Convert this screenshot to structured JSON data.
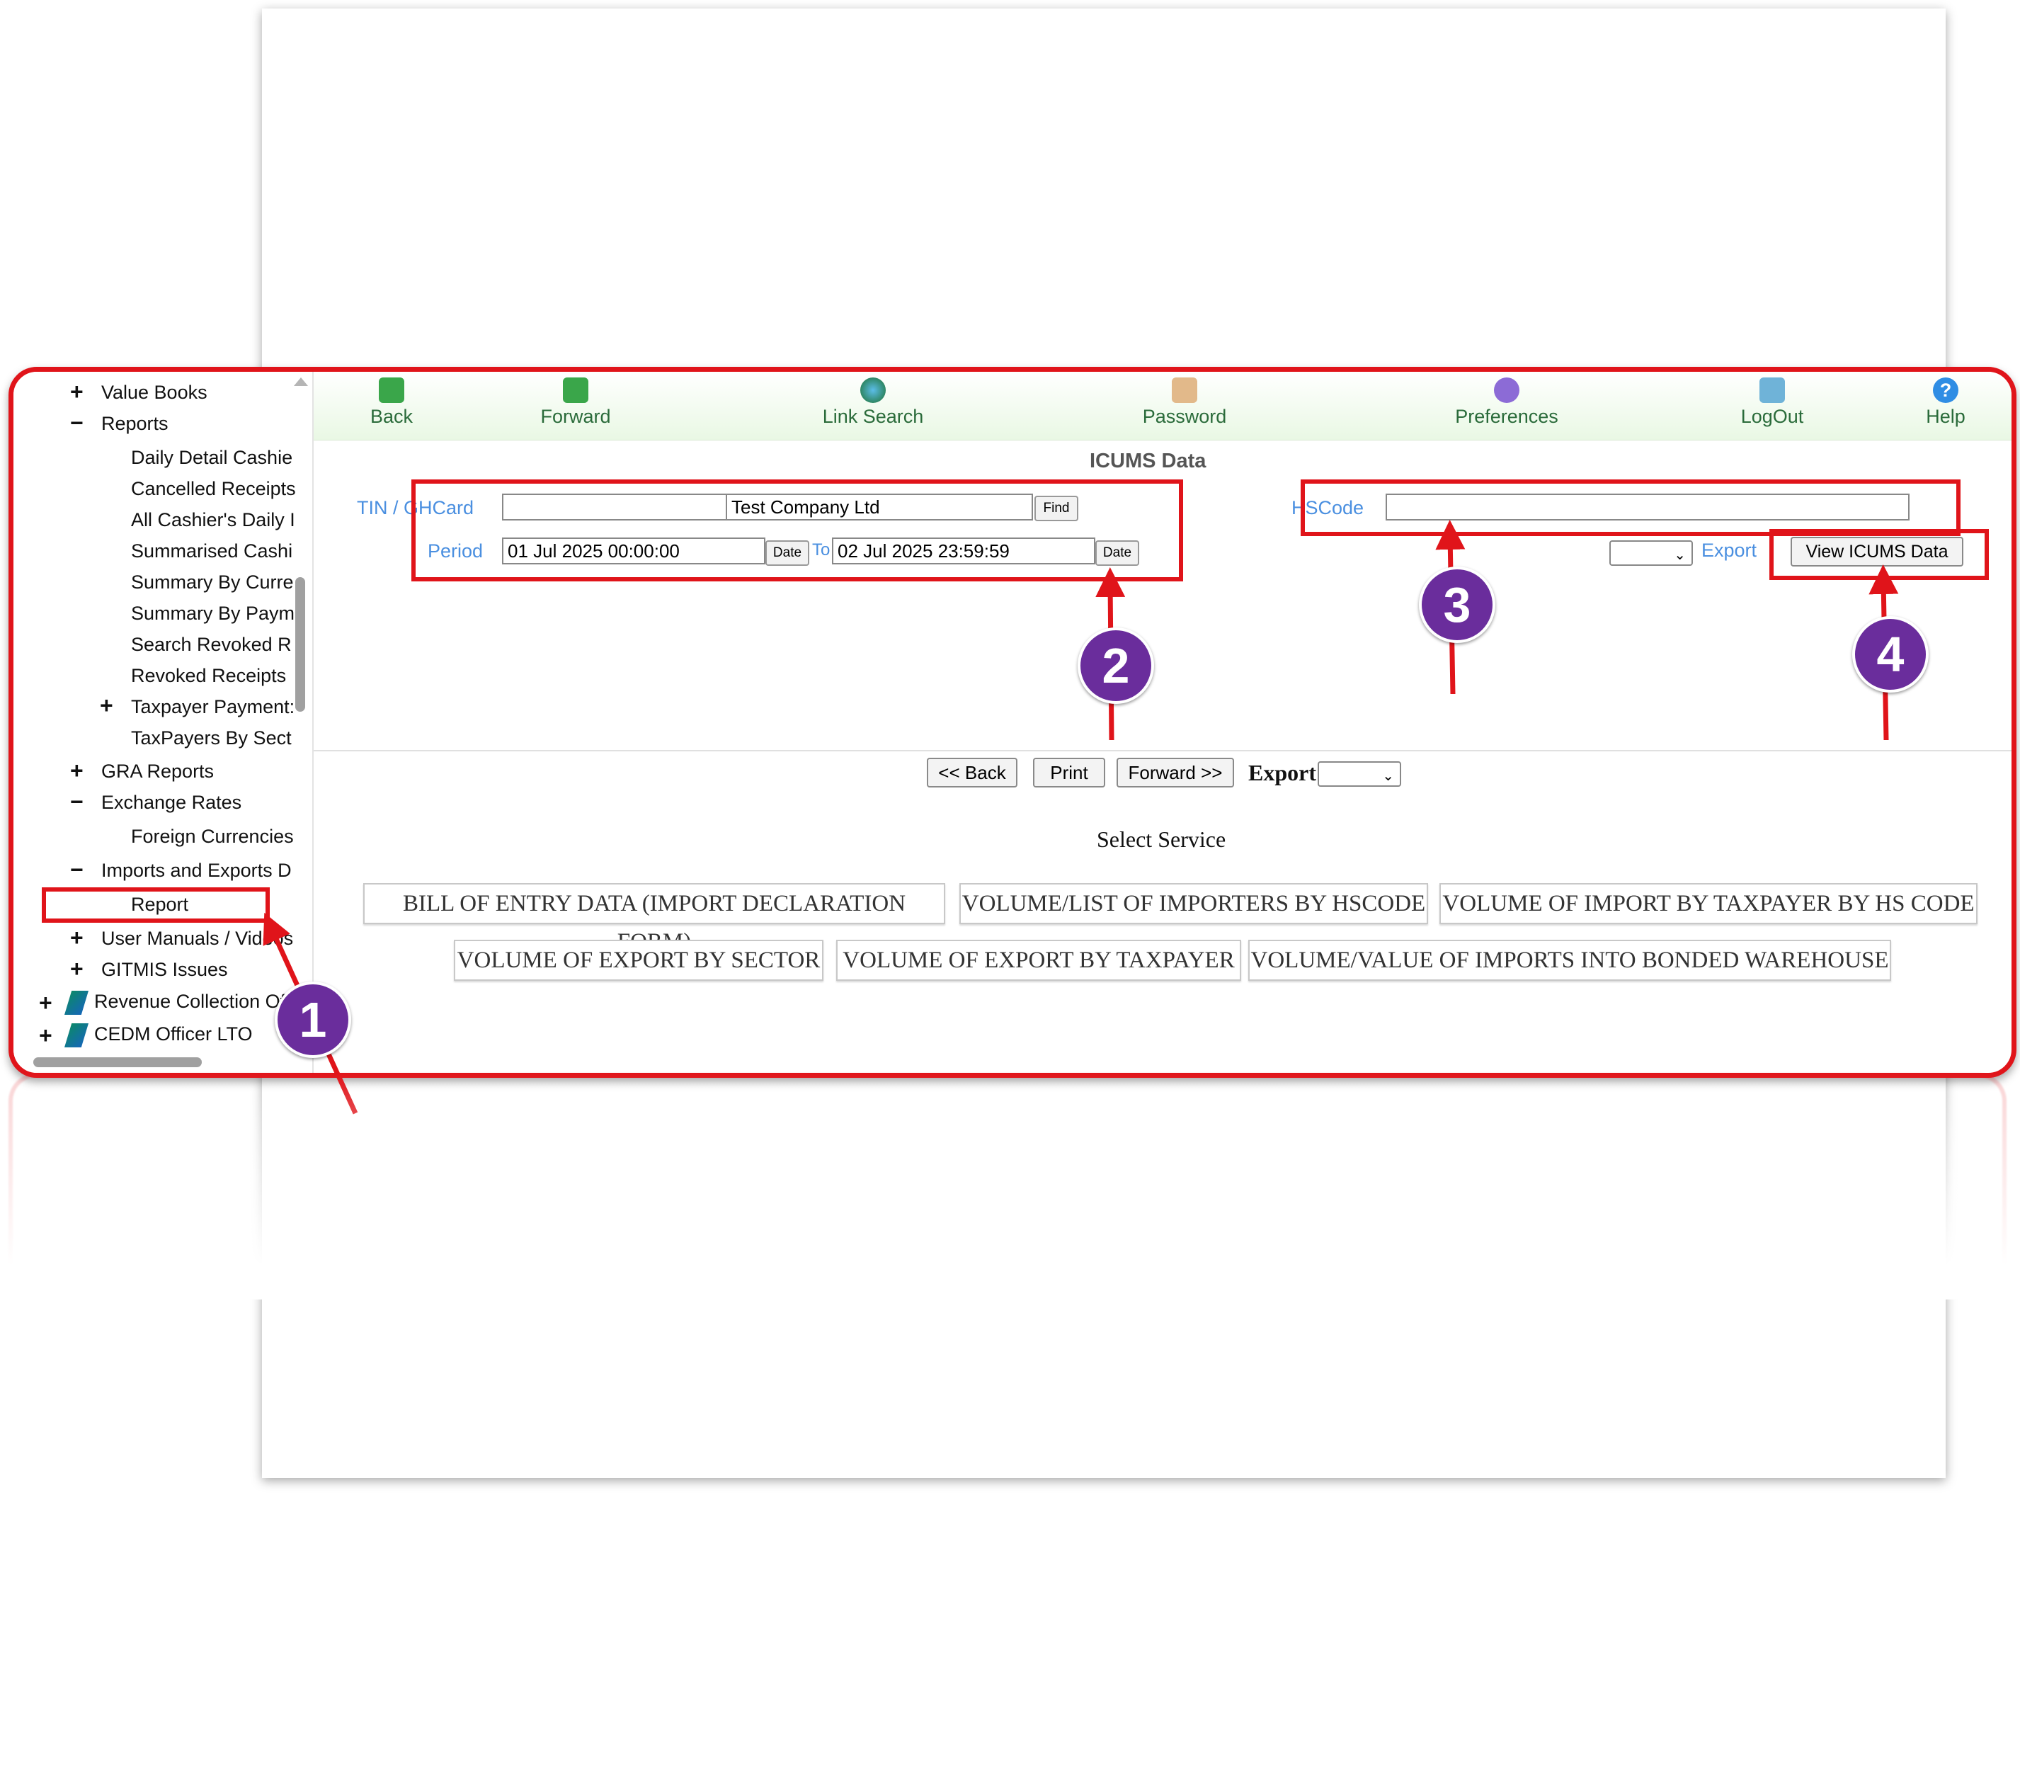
{
  "sidebar": {
    "items": [
      {
        "label": "Value Books",
        "toggle": "+"
      },
      {
        "label": "Reports",
        "toggle": "−"
      },
      {
        "label": "Daily Detail Cashie"
      },
      {
        "label": "Cancelled Receipts"
      },
      {
        "label": "All Cashier's Daily I"
      },
      {
        "label": "Summarised Cashi"
      },
      {
        "label": "Summary By Curre"
      },
      {
        "label": "Summary By Paym"
      },
      {
        "label": "Search Revoked R"
      },
      {
        "label": "Revoked Receipts"
      },
      {
        "label": "Taxpayer Payment:",
        "toggle": "+"
      },
      {
        "label": "TaxPayers By Sect"
      },
      {
        "label": "GRA Reports",
        "toggle": "+"
      },
      {
        "label": "Exchange Rates",
        "toggle": "−"
      },
      {
        "label": "Foreign Currencies"
      },
      {
        "label": "Imports and Exports D",
        "toggle": "−"
      },
      {
        "label": "Report"
      },
      {
        "label": "User Manuals / Videos",
        "toggle": "+"
      },
      {
        "label": "GITMIS Issues",
        "toggle": "+"
      },
      {
        "label": "Revenue Collection Of",
        "toggle": "+"
      },
      {
        "label": "CEDM Officer LTO",
        "toggle": "+"
      }
    ]
  },
  "toolbar": {
    "back": "Back",
    "forward": "Forward",
    "link_search": "Link Search",
    "password": "Password",
    "preferences": "Preferences",
    "logout": "LogOut",
    "help": "Help"
  },
  "form": {
    "title": "ICUMS Data",
    "tin_label": "TIN / GHCard",
    "tin_value": "",
    "company_value": "Test Company Ltd",
    "find": "Find",
    "period_label": "Period",
    "from_value": "01 Jul 2025 00:00:00",
    "date_btn": "Date",
    "to_label": "To",
    "to_value": "02 Jul 2025 23:59:59",
    "hscode_label": "HSCode",
    "hscode_value": "",
    "export_label": "Export",
    "view_button": "View ICUMS Data"
  },
  "pager": {
    "back": "<< Back",
    "print": "Print",
    "forward": "Forward >>",
    "export": "Export"
  },
  "services": {
    "heading": "Select Service",
    "row1": [
      "BILL OF ENTRY DATA (IMPORT DECLARATION FORM)",
      "VOLUME/LIST OF IMPORTERS BY HSCODE",
      "VOLUME OF IMPORT BY TAXPAYER BY HS CODE"
    ],
    "row2": [
      "VOLUME OF EXPORT BY SECTOR",
      "VOLUME OF EXPORT BY TAXPAYER",
      "VOLUME/VALUE OF IMPORTS INTO BONDED WAREHOUSE"
    ]
  },
  "callouts": [
    "1",
    "2",
    "3",
    "4"
  ],
  "colors": {
    "highlight": "#e0141a",
    "badge": "#6a2d9c",
    "link_blue": "#4a8fe0",
    "toolbar_green": "#2a6b3a"
  }
}
